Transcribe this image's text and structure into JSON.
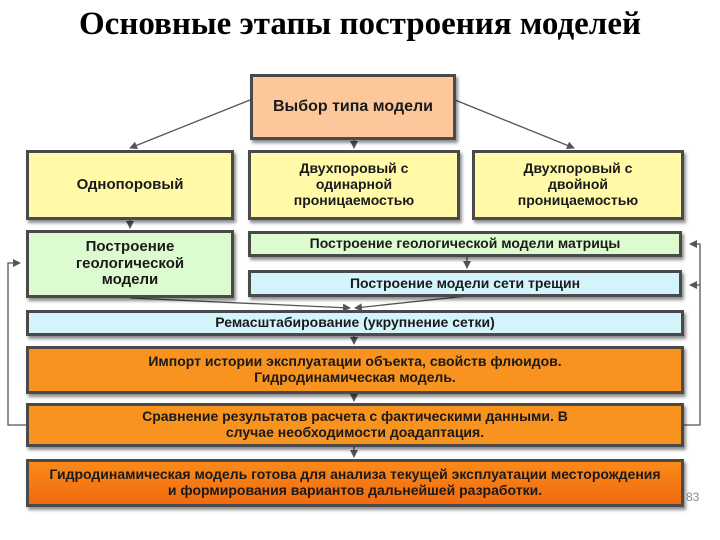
{
  "title": "Основные этапы построения моделей",
  "boxes": {
    "model_type": "Выбор типа модели",
    "single_porosity": "Однопоровый",
    "dual_porosity_single_perm": "Двухпоровый с одинарной проницаемостью",
    "dual_porosity_dual_perm": "Двухпоровый с двойной проницаемостью",
    "geological_model": "Построение геологической модели",
    "matrix_model": "Построение геологической модели матрицы",
    "fracture_model": "Построение модели сети трещин",
    "upscaling": "Ремасштабирование (укрупнение сетки)",
    "history_import": "Импорт истории эксплуатации объекта, свойств флюидов. Гидродинамическая модель.",
    "comparison": "Сравнение результатов расчета с фактическими данными. В случае необходимости доадаптация.",
    "final": "Гидродинамическая модель готова для анализа текущей эксплуатации месторождения и формирования вариантов дальнейшей разработки."
  },
  "page_number": "83",
  "colors": {
    "peach": "#fcc89b",
    "yellow": "#fff9a8",
    "green": "#dcfcd0",
    "cyan": "#d3f4fb",
    "orange": "#f7931e",
    "border": "#4a4a4a",
    "arrow": "#555555"
  }
}
